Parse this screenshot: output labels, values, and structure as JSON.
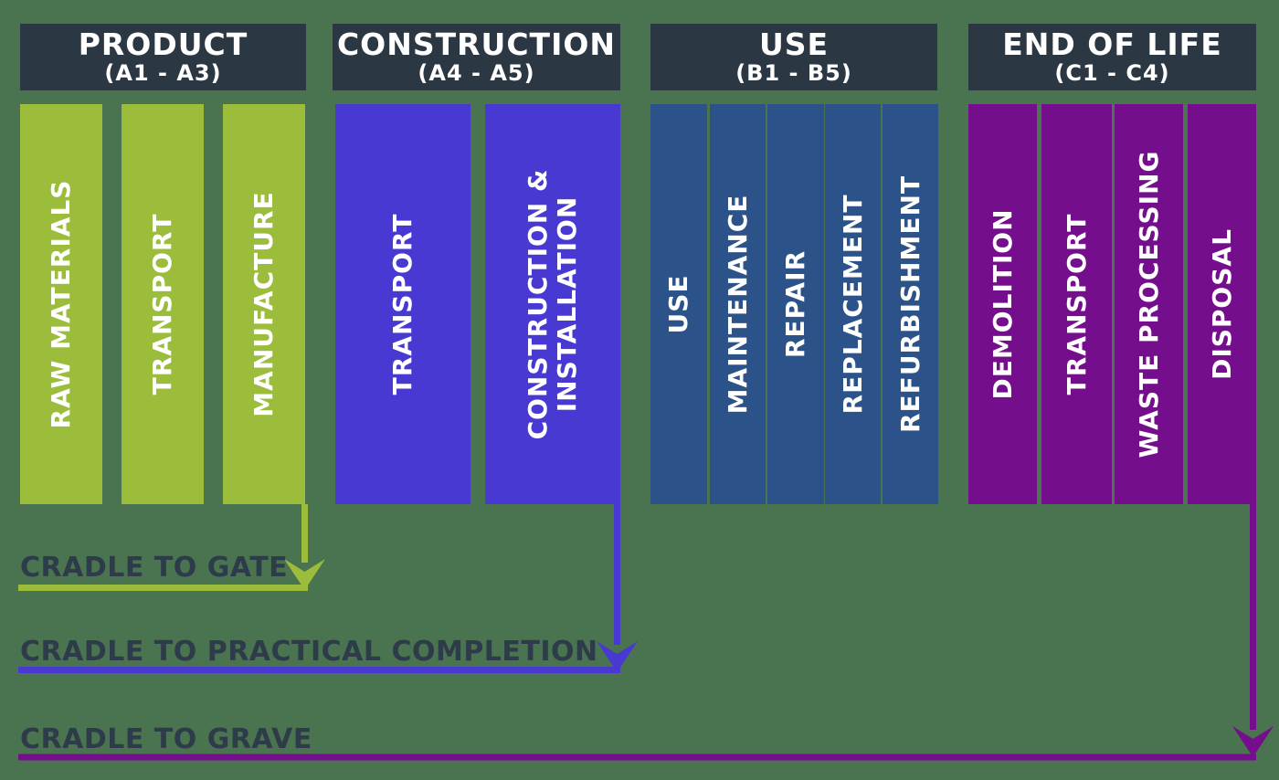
{
  "colors": {
    "background": "#4a7350",
    "header_bg": "#2b3844",
    "header_text": "#ffffff",
    "product": "#9cbd3c",
    "construction": "#4739d1",
    "use": "#2b538a",
    "end_of_life": "#740e8c",
    "label_text": "#2d3b4a"
  },
  "groups": [
    {
      "title": "PRODUCT",
      "range": "(A1 - A3)",
      "columns": [
        {
          "label": "RAW MATERIALS"
        },
        {
          "label": "TRANSPORT"
        },
        {
          "label": "MANUFACTURE"
        }
      ]
    },
    {
      "title": "CONSTRUCTION",
      "range": "(A4 - A5)",
      "columns": [
        {
          "label": "TRANSPORT"
        },
        {
          "label": "CONSTRUCTION & INSTALLATION"
        }
      ]
    },
    {
      "title": "USE",
      "range": "(B1 - B5)",
      "columns": [
        {
          "label": "USE"
        },
        {
          "label": "MAINTENANCE"
        },
        {
          "label": "REPAIR"
        },
        {
          "label": "REPLACEMENT"
        },
        {
          "label": "REFURBISHMENT"
        }
      ]
    },
    {
      "title": "END OF LIFE",
      "range": "(C1 - C4)",
      "columns": [
        {
          "label": "DEMOLITION"
        },
        {
          "label": "TRANSPORT"
        },
        {
          "label": "WASTE PROCESSING"
        },
        {
          "label": "DISPOSAL"
        }
      ]
    }
  ],
  "scopes": [
    {
      "label": "CRADLE TO GATE"
    },
    {
      "label": "CRADLE TO PRACTICAL COMPLETION"
    },
    {
      "label": "CRADLE TO GRAVE"
    }
  ]
}
